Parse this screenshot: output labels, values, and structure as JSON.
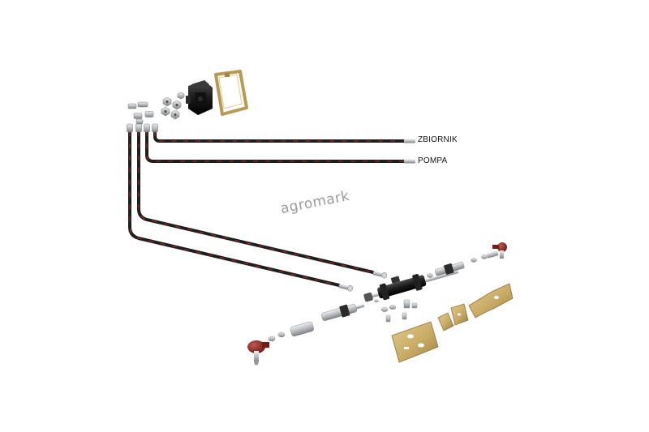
{
  "labels": {
    "tank": "ZBIORNIK",
    "pump": "POMPA"
  },
  "watermark": "agromark",
  "colors": {
    "background": "#ffffff",
    "hose": "#1e1e1e",
    "hose_stripe": "#b3261e",
    "brass": "#c9ab67",
    "tie_rod_end": "#8a2b22",
    "valve_body": "#1b1b1b",
    "fitting_steel": "#bfc3c6"
  }
}
